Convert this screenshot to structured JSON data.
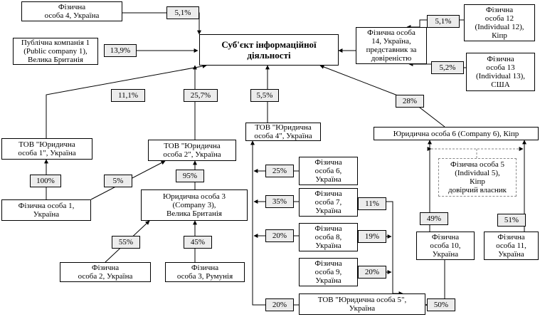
{
  "nodes": {
    "main": "Суб'єкт інформаційної\nдіяльності",
    "fo4": "Фізична\nособа 4, Україна",
    "pc1": "Публічна компанія 1\n(Public company 1),\nВелика Британія",
    "fo14": "Фізична особа\n14, Україна,\nпредставник за\nдовіреністю",
    "fo12": "Фізична\nособа 12\n(Individual 12),\nКіпр",
    "fo13": "Фізична\nособа 13\n(Individual 13),\nСША",
    "yo1": "ТОВ \"Юридична\nособа 1\", Україна",
    "yo2": "ТОВ \"Юридична\nособа 2\", Україна",
    "yo4": "ТОВ \"Юридична\nособа 4\", Україна",
    "yo6": "Юридична особа 6 (Company 6), Кіпр",
    "fo5": "Фізична особа 5\n(Individual 5),\nКіпр\nдовірчий власник",
    "fo1": "Фізична особа 1,\nУкраїна",
    "yo3": "Юридична особа 3\n(Company 3),\nВелика Британія",
    "fo2": "Фізична\nособа 2, Україна",
    "fo3": "Фізична\nособа 3, Румунія",
    "fo6": "Фізична\nособа 6,\nУкраїна",
    "fo7": "Фізична\nособа 7,\nУкраїна",
    "fo8": "Фізична\nособа 8,\nУкраїна",
    "fo9": "Фізична\nособа 9,\nУкраїна",
    "fo10": "Фізична\nособа 10,\nУкраїна",
    "fo11": "Фізична\nособа 11,\nУкраїна",
    "yo5": "ТОВ \"Юридична особа 5\",\nУкраїна"
  },
  "percents": {
    "fo4": "5,1%",
    "pc1": "13,9%",
    "fo12": "5,1%",
    "fo13": "5,2%",
    "yo1": "11,1%",
    "yo2": "25,7%",
    "yo4": "5,5%",
    "yo6": "28%",
    "fo1_yo1": "100%",
    "fo1_yo2": "5%",
    "yo3_yo2": "95%",
    "fo2": "55%",
    "fo3": "45%",
    "fo6": "25%",
    "fo7_yo4": "35%",
    "fo7_yo5": "11%",
    "fo8_yo4": "20%",
    "fo8_yo5": "19%",
    "fo9": "20%",
    "yo5_yo4": "20%",
    "fo10": "49%",
    "fo11": "51%",
    "yo6_yo5": "50%"
  },
  "colors": {
    "line": "#000000",
    "box": "#ffffff",
    "pct_fill": "#ececec",
    "dashed": "#888888"
  }
}
